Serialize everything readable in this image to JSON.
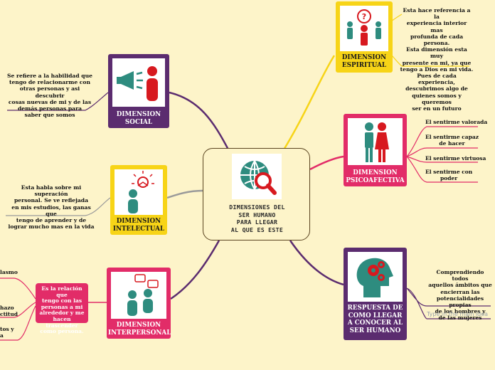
{
  "central": {
    "title": "DIMENSIONES DEL\nSER HUMANO\nPARA LLEGAR\nAL QUE ES ESTE",
    "icon": "globe-magnifier-icon"
  },
  "branches": {
    "espiritual": {
      "label": "DIMENSION\nESPIRITUAL",
      "icon": "people-question-icon",
      "note": "Esta hace referencia a la\nexperiencia interior mas\nprofunda de cada persona.\nEsta dimensión esta muy\npresente en mi, ya que\ntengo a Dios en mi vida.\nPues de cada experiencia,\ndescubrimos algo de\nquienes somos y queremos\nser en un futuro"
    },
    "social": {
      "label": "DIMENSION\nSOCIAL",
      "icon": "megaphone-person-icon",
      "note": "Se refiere a la habilidad que\ntengo de relacionarme con\notras personas y asi descubrir\ncosas nuevas de mi y de las\ndemás personas para\nsaber que somos"
    },
    "psicoafectiva": {
      "label": "DIMENSION\nPSICOAFECTIVA",
      "icon": "couple-icon",
      "leaves": [
        "El sentirme valorada",
        "El sentirme capaz\nde hacer",
        "El sentirme virtuosa",
        "El sentirme con\npoder"
      ]
    },
    "intelectual": {
      "label": "DIMENSION\nINTELECTUAL",
      "icon": "idea-person-icon",
      "note": "Esta habla sobre mi superación\npersonal. Se ve reflejada\nen mis estudios, las ganas que\ntengo de aprender y de\nlograr mucho mas en la vida"
    },
    "interpersonal": {
      "label": "DIMENSION\nINTERPERSONAL",
      "icon": "conversation-icon",
      "bubble": "Es la relación que\ntengo con las\npersonas a mi\nalrededor y me\nhacen trascender\ncomo persona.",
      "leaves": [
        "lasmo",
        "hazo\nctitud",
        "tos y\na"
      ]
    },
    "respuesta": {
      "label": "RESPUESTA DE\nCOMO LLEGAR\nA CONOCER AL\nSER HUMANO",
      "icon": "head-gears-icon",
      "leaf": "Comprendiendo todos\naquellos ámbitos que\nencierran las\npotencialidades propias\nde los hombres y\nde las mujeres",
      "placeholder": "Type in the main idea"
    }
  },
  "colors": {
    "background": "#fdf4c9",
    "purple": "#5b2c6f",
    "pink": "#e22c68",
    "yellow": "#f7d417",
    "teal": "#2e8c7f",
    "red": "#d7191f",
    "gray_line": "#9a9a9a"
  }
}
